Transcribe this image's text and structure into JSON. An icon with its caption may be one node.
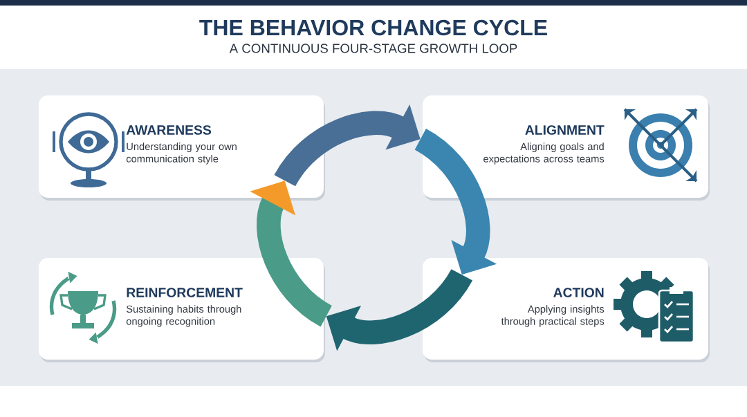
{
  "diagram": {
    "title": "THE BEHAVIOR CHANGE CYCLE",
    "caption": "A CONTINUOUS FOUR-STAGE GROWTH LOOP",
    "nodes": [
      {
        "text": [
          "AWARENESS",
          "Understanding your own communication style"
        ]
      },
      {
        "text": [
          "ALIGNMENT",
          "Aligning goals and expectations across teams"
        ]
      },
      {
        "text": [
          "REINFORCEMENT",
          "Sustaining habits through ongoing recognition"
        ]
      },
      {
        "text": [
          "ACTION",
          "Applying insights through practical steps"
        ]
      }
    ],
    "edges": [
      {
        "from": 0,
        "to": 1,
        "arrow": "to",
        "color": "#4a6f96"
      },
      {
        "from": 1,
        "to": 3,
        "arrow": "to",
        "color": "#3a86b0"
      },
      {
        "from": 3,
        "to": 2,
        "arrow": "to",
        "color": "#1f6570"
      },
      {
        "from": 2,
        "to": 0,
        "arrow": "to",
        "color": "#4a9b87"
      }
    ]
  }
}
